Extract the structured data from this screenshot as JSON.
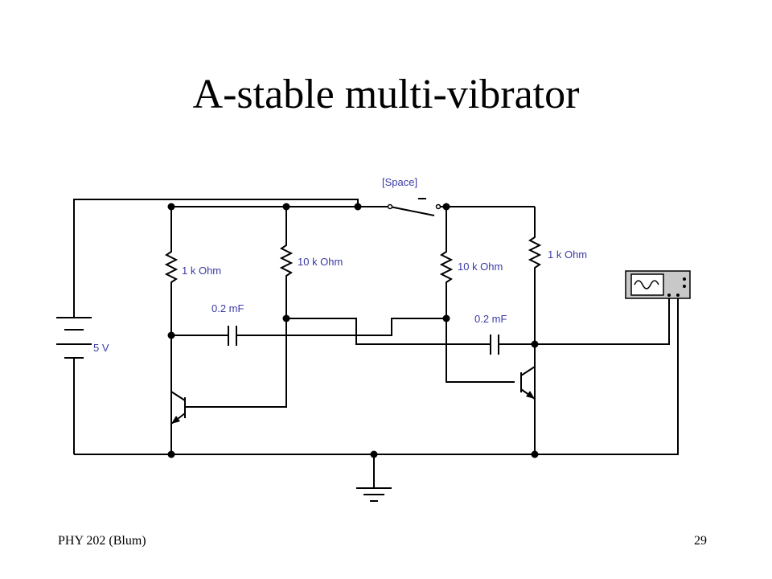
{
  "slide": {
    "title": "A-stable multi-vibrator",
    "footer_left": "PHY 202 (Blum)",
    "page_number": "29"
  },
  "circuit": {
    "switch_label": "[Space]",
    "battery_label": "5 V",
    "resistors": {
      "r1": "1 k Ohm",
      "r2": "10 k Ohm",
      "r3": "10 k Ohm",
      "r4": "1 k Ohm"
    },
    "capacitors": {
      "c1": "0.2 mF",
      "c2": "0.2 mF"
    },
    "colors": {
      "wire": "#000000",
      "label": "#3a3aa8",
      "scope_screen": "#ffffff",
      "scope_body": "#c8c8c8"
    }
  }
}
